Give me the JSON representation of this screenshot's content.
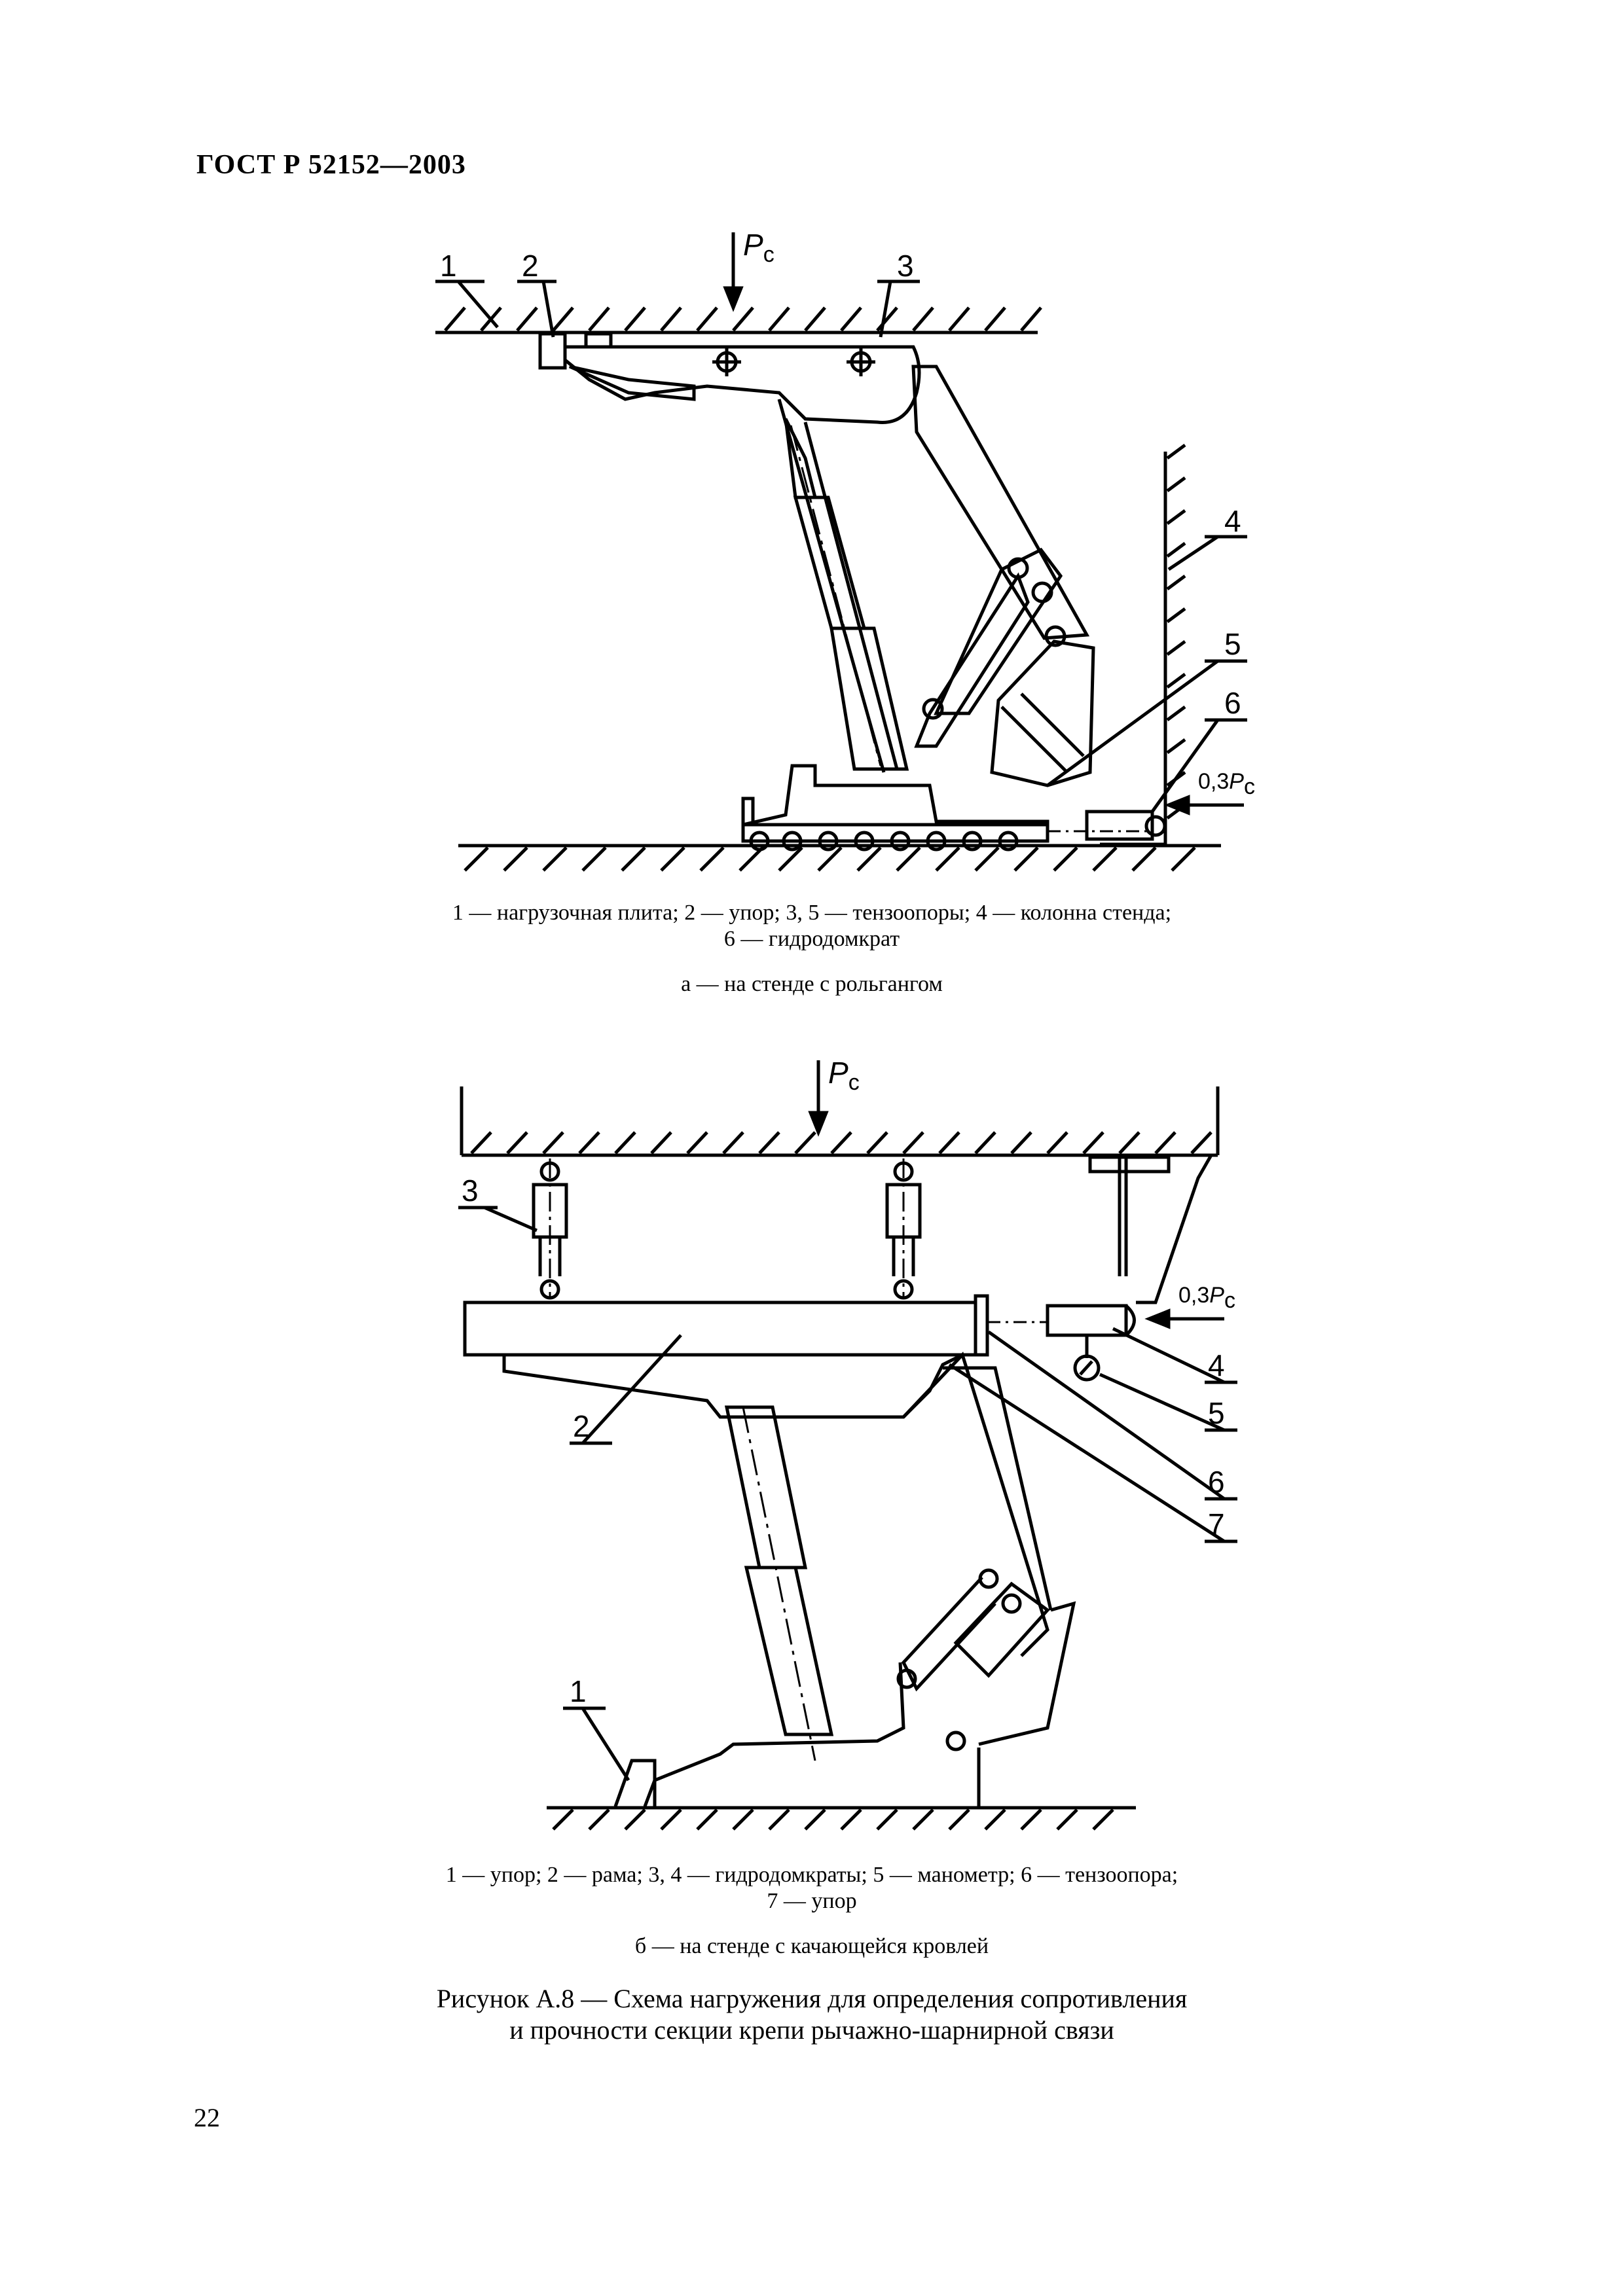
{
  "header": "ГОСТ Р 52152—2003",
  "figure_a": {
    "load_label": "P",
    "load_sub": "c",
    "side_load_label": "0,3P",
    "side_load_sub": "c",
    "callouts": [
      "1",
      "2",
      "3",
      "4",
      "5",
      "6"
    ],
    "legend_line1": "1 — нагрузочная плита; 2 — упор; 3, 5 — тензоопоры; 4 — колонна стенда;",
    "legend_line2": "6 — гидродомкрат",
    "caption": "а — на стенде с рольгангом"
  },
  "figure_b": {
    "load_label": "P",
    "load_sub": "c",
    "side_load_label": "0,3P",
    "side_load_sub": "c",
    "callouts": [
      "1",
      "2",
      "3",
      "4",
      "5",
      "6",
      "7"
    ],
    "legend_line1": "1 — упор; 2 — рама; 3, 4 — гидродомкраты; 5 — манометр; 6 — тензоопора;",
    "legend_line2": "7 — упор",
    "caption": "б — на стенде с качающейся кровлей"
  },
  "figure_title_line1": "Рисунок А.8 — Схема нагружения для определения сопротивления",
  "figure_title_line2": "и прочности секции крепи рычажно-шарнирной связи",
  "page_number": "22"
}
